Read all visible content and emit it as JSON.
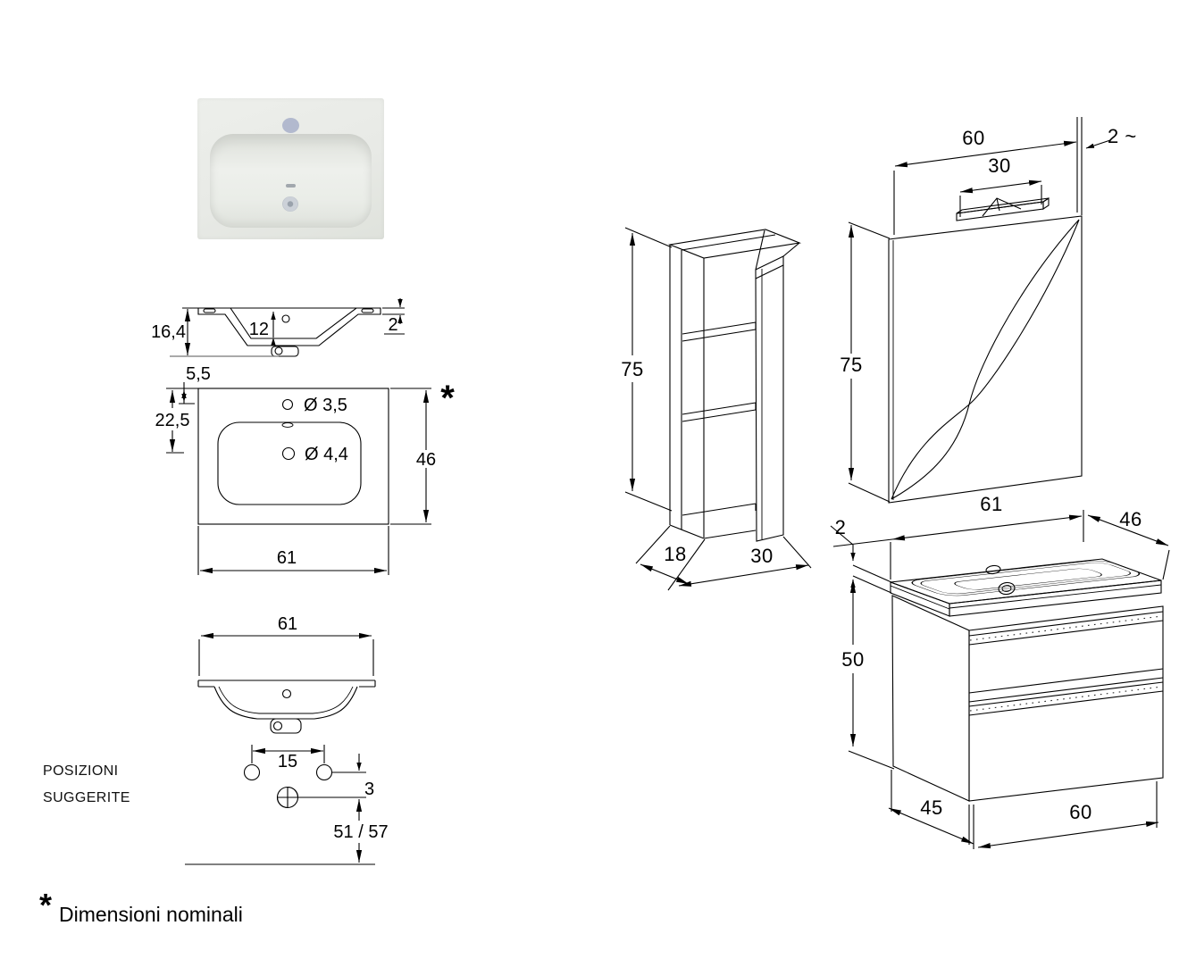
{
  "drawing": {
    "section": {
      "height_total": "16,4",
      "basin_depth": "12",
      "rim_thickness": "2"
    },
    "top_view": {
      "faucet_offset": "5,5",
      "drain_offset": "22,5",
      "faucet_hole": "Ø 3,5",
      "drain_hole": "Ø 4,4",
      "depth": "46",
      "width": "61",
      "nominal_mark": "*"
    },
    "front_view": {
      "width": "61",
      "hole_spacing": "15",
      "drain_drop": "3",
      "install_height": "51 / 57"
    },
    "wall_unit": {
      "height": "75",
      "depth": "18",
      "width": "30"
    },
    "mirror": {
      "width": "60",
      "lamp_width": "30",
      "thickness": "2 ~",
      "height": "75"
    },
    "base_unit": {
      "top_width": "61",
      "top_depth": "46",
      "top_thickness": "2",
      "height": "50",
      "depth": "45",
      "width": "60"
    },
    "suggested_positions": {
      "line1": "POSIZIONI",
      "line2": "SUGGERITE"
    },
    "footnote": {
      "mark": "*",
      "text": "Dimensioni nominali"
    }
  },
  "colors": {
    "hot_water": "#de1420",
    "cold_water": "#3d3a92",
    "line": "#000000",
    "section_fill": "#8c8c8c",
    "photo_body": "#e9ebe7",
    "photo_hole": "#b2b9ce"
  }
}
